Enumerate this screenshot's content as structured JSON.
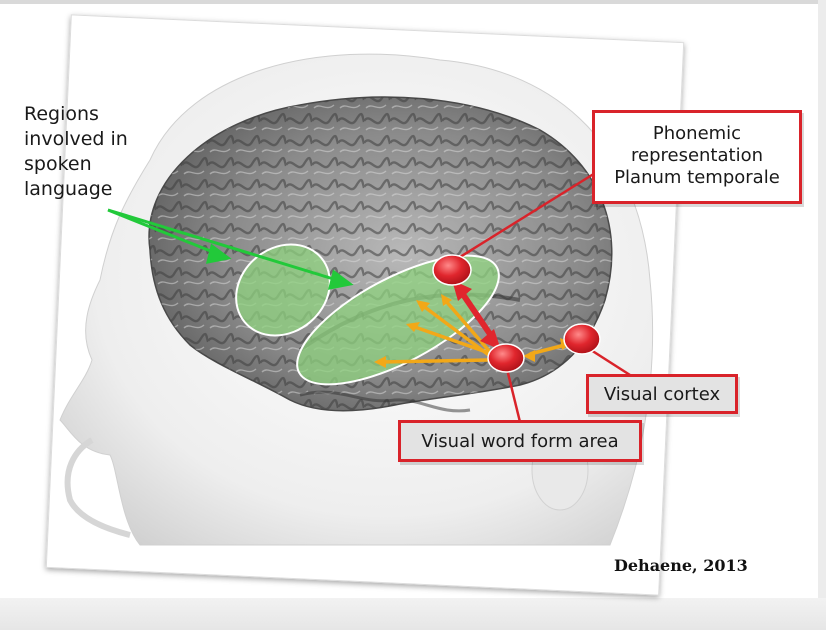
{
  "annotations": {
    "regions_spoken_language": [
      "Regions",
      "involved in",
      "spoken",
      "language"
    ],
    "phonemic_box": [
      "Phonemic",
      "representation",
      "Planum temporale"
    ],
    "visual_cortex": "Visual cortex",
    "vwfa": "Visual word form area"
  },
  "citation": "Dehaene, 2013",
  "colors": {
    "region_green": "#8fd37f",
    "node_red": "#e0262d",
    "label_border": "#d9232a",
    "arrow_orange": "#f2a818",
    "arrow_green": "#22c93a",
    "brain_gray": "#8c8c8c",
    "head_white": "#f2f2f2"
  }
}
